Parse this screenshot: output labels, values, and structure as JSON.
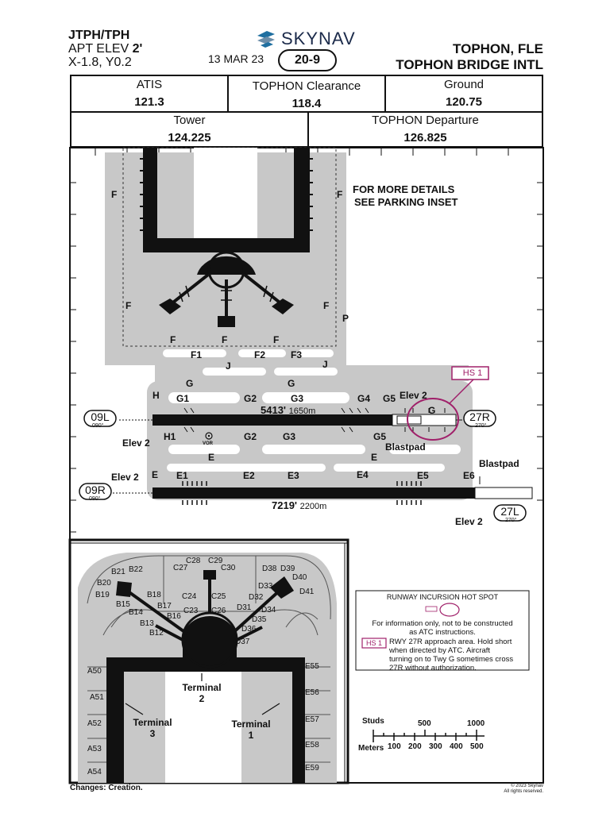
{
  "header": {
    "ident": "JTPH/TPH",
    "elev_label": "APT ELEV",
    "elev_value": "2'",
    "coords": "X-1.8, Y0.2",
    "brand": "SKYNAV",
    "date": "13 MAR 23",
    "chart_number": "20-9",
    "city": "TOPHON, FLE",
    "airport": "TOPHON BRIDGE INTL"
  },
  "frequencies": [
    {
      "name": "ATIS",
      "freq": "121.3"
    },
    {
      "name": "TOPHON Clearance",
      "freq": "118.4"
    },
    {
      "name": "Ground",
      "freq": "120.75"
    },
    {
      "name": "Tower",
      "freq": "124.225"
    },
    {
      "name": "TOPHON Departure",
      "freq": "126.825"
    }
  ],
  "notes": {
    "parking_l1": "FOR MORE DETAILS",
    "parking_l2": "SEE PARKING INSET"
  },
  "runways": {
    "r09l": "09L",
    "r09l_hdg": "090°",
    "r27r": "27R",
    "r27r_hdg": "270°",
    "r09r": "09R",
    "r09r_hdg": "090°",
    "r27l": "27L",
    "r27l_hdg": "270°",
    "north_len_ft": "5413'",
    "north_len_m": "1650m",
    "south_len_ft": "7219'",
    "south_len_m": "2200m"
  },
  "labels": {
    "elev2": "Elev 2",
    "blastpad": "Blastpad",
    "vor": "VOR",
    "hs1": "HS 1",
    "twy_f": "F",
    "twy_p": "P",
    "twy_j": "J",
    "twy_g": "G",
    "twy_h": "H",
    "twy_e": "E",
    "f1": "F1",
    "f2": "F2",
    "f3": "F3",
    "g1": "G1",
    "g2": "G2",
    "g3": "G3",
    "g4": "G4",
    "g5": "G5",
    "h1": "H1",
    "e1": "E1",
    "e2": "E2",
    "e3": "E3",
    "e4": "E4",
    "e5": "E5",
    "e6": "E6"
  },
  "hotspot_legend": {
    "title": "RUNWAY INCURSION HOT SPOT",
    "info_l1": "For information only, not to be constructed",
    "info_l2": "as ATC instructions.",
    "hs_label": "HS 1",
    "hs_l1": "RWY 27R approach area. Hold short",
    "hs_l2": "when directed by ATC. Aircraft",
    "hs_l3": "turning on to Twy G sometimes cross",
    "hs_l4": "27R without authorization."
  },
  "scale": {
    "studs_label": "Studs",
    "studs_500": "500",
    "studs_1000": "1000",
    "meters_label": "Meters",
    "m100": "100",
    "m200": "200",
    "m300": "300",
    "m400": "400",
    "m500": "500"
  },
  "inset": {
    "terminal2_l1": "Terminal",
    "terminal2_l2": "2",
    "terminal3_l1": "Terminal",
    "terminal3_l2": "3",
    "terminal1_l1": "Terminal",
    "terminal1_l2": "1",
    "gates_b": [
      "B21",
      "B22",
      "B20",
      "B19",
      "B18",
      "B15",
      "B17",
      "B14",
      "B16",
      "B13",
      "B12"
    ],
    "gates_c": [
      "C28",
      "C29",
      "C27",
      "C30",
      "C24",
      "C25",
      "C23",
      "C26"
    ],
    "gates_d": [
      "D38",
      "D39",
      "D40",
      "D33",
      "D41",
      "D32",
      "D31",
      "D34",
      "D35",
      "D36",
      "D37"
    ],
    "gates_a": [
      "A50",
      "A51",
      "A52",
      "A53",
      "A54"
    ],
    "gates_e": [
      "E55",
      "E56",
      "E57",
      "E58",
      "E59"
    ]
  },
  "footer": {
    "changes": "Changes: Creation.",
    "copyright_l1": "© 2023 Skynav",
    "copyright_l2": "All rights reserved."
  }
}
